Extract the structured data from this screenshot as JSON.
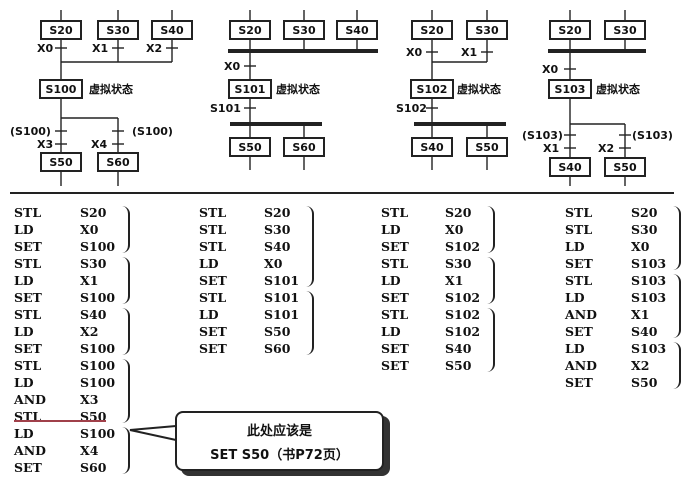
{
  "diagrams": [
    {
      "sources": [
        "S20",
        "S30",
        "S40"
      ],
      "conditions": [
        "X0",
        "X1",
        "X2"
      ],
      "merge_step": "S100",
      "virtual_label": "虚拟状态",
      "branch_conditions": [
        {
          "left": "(S100)",
          "below": "X3"
        },
        {
          "left": "X4",
          "right": "(S100)"
        }
      ],
      "targets": [
        "S50",
        "S60"
      ]
    },
    {
      "sources": [
        "S20",
        "S30",
        "S40"
      ],
      "conditions": [
        "X0",
        "S101"
      ],
      "merge_step": "S101",
      "virtual_label": "虚拟状态",
      "targets": [
        "S50",
        "S60"
      ]
    },
    {
      "sources": [
        "S20",
        "S30"
      ],
      "conditions": [
        "X0",
        "X1",
        "S102"
      ],
      "merge_step": "S102",
      "virtual_label": "虚拟状态",
      "targets": [
        "S40",
        "S50"
      ]
    },
    {
      "sources": [
        "S20",
        "S30"
      ],
      "conditions": [
        "X0",
        "(S103)",
        "X1",
        "X2",
        "(S103)"
      ],
      "merge_step": "S103",
      "virtual_label": "虚拟状态",
      "targets": [
        "S40",
        "S50"
      ]
    }
  ],
  "programs": [
    [
      [
        "STL",
        "S20"
      ],
      [
        "LD",
        "X0"
      ],
      [
        "SET",
        "S100"
      ],
      [
        "STL",
        "S30"
      ],
      [
        "LD",
        "X1"
      ],
      [
        "SET",
        "S100"
      ],
      [
        "STL",
        "S40"
      ],
      [
        "LD",
        "X2"
      ],
      [
        "SET",
        "S100"
      ],
      [
        "STL",
        "S100"
      ],
      [
        "LD",
        "S100"
      ],
      [
        "AND",
        "X3"
      ],
      [
        "STL",
        "S50"
      ],
      [
        "LD",
        "S100"
      ],
      [
        "AND",
        "X4"
      ],
      [
        "SET",
        "S60"
      ]
    ],
    [
      [
        "STL",
        "S20"
      ],
      [
        "STL",
        "S30"
      ],
      [
        "STL",
        "S40"
      ],
      [
        "LD",
        "X0"
      ],
      [
        "SET",
        "S101"
      ],
      [
        "STL",
        "S101"
      ],
      [
        "LD",
        "S101"
      ],
      [
        "SET",
        "S50"
      ],
      [
        "SET",
        "S60"
      ]
    ],
    [
      [
        "STL",
        "S20"
      ],
      [
        "LD",
        "X0"
      ],
      [
        "SET",
        "S102"
      ],
      [
        "STL",
        "S30"
      ],
      [
        "LD",
        "X1"
      ],
      [
        "SET",
        "S102"
      ],
      [
        "STL",
        "S102"
      ],
      [
        "LD",
        "S102"
      ],
      [
        "SET",
        "S40"
      ],
      [
        "SET",
        "S50"
      ]
    ],
    [
      [
        "STL",
        "S20"
      ],
      [
        "STL",
        "S30"
      ],
      [
        "LD",
        "X0"
      ],
      [
        "SET",
        "S103"
      ],
      [
        "STL",
        "S103"
      ],
      [
        "LD",
        "S103"
      ],
      [
        "AND",
        "X1"
      ],
      [
        "SET",
        "S40"
      ],
      [
        "LD",
        "S103"
      ],
      [
        "AND",
        "X2"
      ],
      [
        "SET",
        "S50"
      ]
    ]
  ],
  "callout": {
    "line1": "此处应该是",
    "line2": "SET S50（书P72页）"
  }
}
